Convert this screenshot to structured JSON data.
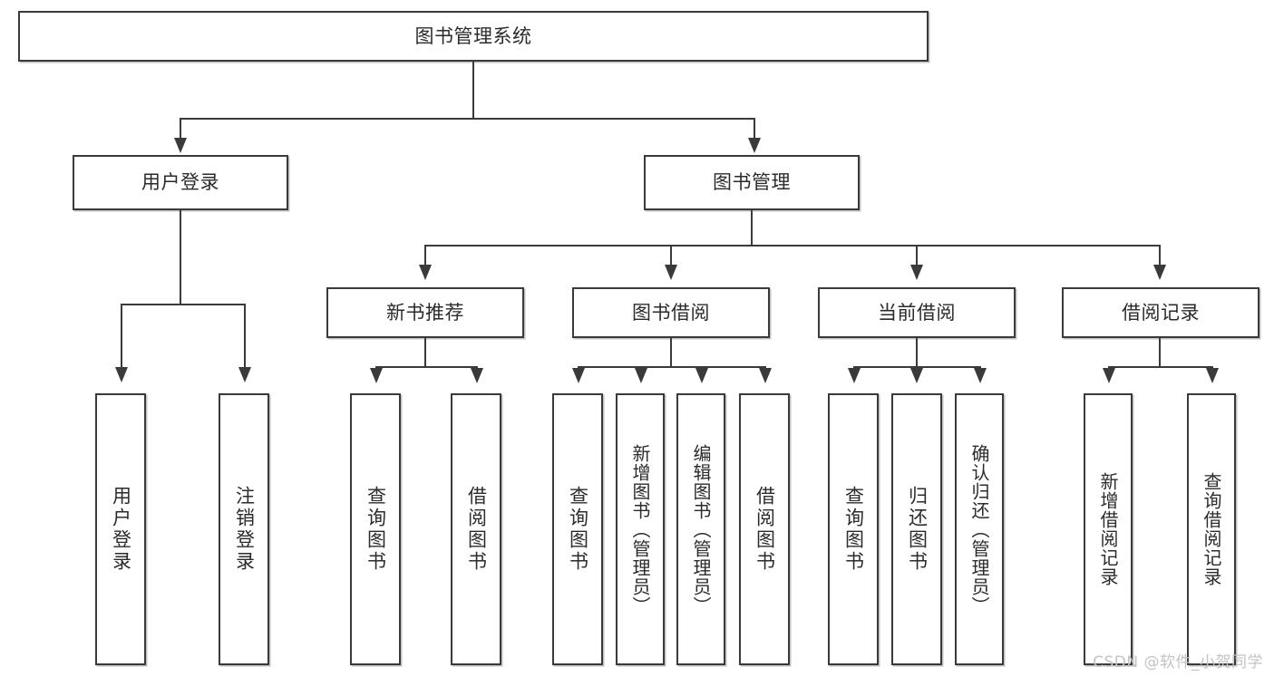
{
  "diagram": {
    "title": "图书管理系统",
    "root": {
      "label": "图书管理系统"
    },
    "level2": [
      {
        "label": "用户登录"
      },
      {
        "label": "图书管理"
      }
    ],
    "level3": [
      {
        "label": "新书推荐"
      },
      {
        "label": "图书借阅"
      },
      {
        "label": "当前借阅"
      },
      {
        "label": "借阅记录"
      }
    ],
    "leaves": {
      "user_login": [
        {
          "label": "用户登录"
        },
        {
          "label": "注销登录"
        }
      ],
      "new_book": [
        {
          "label": "查询图书"
        },
        {
          "label": "借阅图书"
        }
      ],
      "book_borrow": [
        {
          "label": "查询图书"
        },
        {
          "label": "新增图书（管理员）"
        },
        {
          "label": "编辑图书（管理员）"
        },
        {
          "label": "借阅图书"
        }
      ],
      "current_borrow": [
        {
          "label": "查询图书"
        },
        {
          "label": "归还图书"
        },
        {
          "label": "确认归还（管理员）"
        }
      ],
      "borrow_record": [
        {
          "label": "新增借阅记录"
        },
        {
          "label": "查询借阅记录"
        }
      ]
    }
  },
  "watermark": {
    "text": "CSDN @软件_小贺同学"
  },
  "colors": {
    "border": "#3a3a3a",
    "background": "#ffffff",
    "text": "#2b2b2b",
    "watermark": "#c3c3c3"
  }
}
